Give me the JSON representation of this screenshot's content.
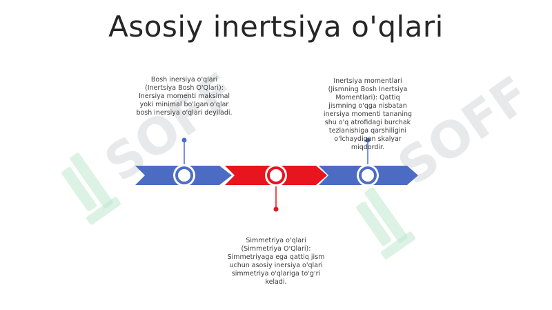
{
  "title": "Asosiy inertsiya o'qlari",
  "watermark": {
    "logo_text": "SOFF"
  },
  "colors": {
    "blue": "#4c6cc4",
    "red": "#e8141e",
    "blue_ring": "#4d6dc6",
    "red_ring": "#e5151f"
  },
  "items": [
    {
      "text": "Bosh inersiya o'qlari (Inertsiya Bosh O'Qlari): Inersiya momenti maksimal yoki minimal bo'lgan o'qlar bosh inersiya o'qlari deyiladi.",
      "position": "above",
      "color": "blue"
    },
    {
      "text": "Simmetriya o'qlari (Simmetriya O'Qlari): Simmetriyaga ega qattiq jism uchun asosiy inersiya o'qlari simmetriya o'qlariga to'g'ri keladi.",
      "position": "below",
      "color": "red"
    },
    {
      "text": "Inertsiya momentlari (Jismning Bosh Inertsiya Momentlari): Qattiq jismning o'qga nisbatan inersiya momenti tananing shu o'q atrofidagi burchak tezlanishiga qarshiligini o'lchaydigan skalyar miqdordir.",
      "position": "above",
      "color": "blue"
    }
  ]
}
